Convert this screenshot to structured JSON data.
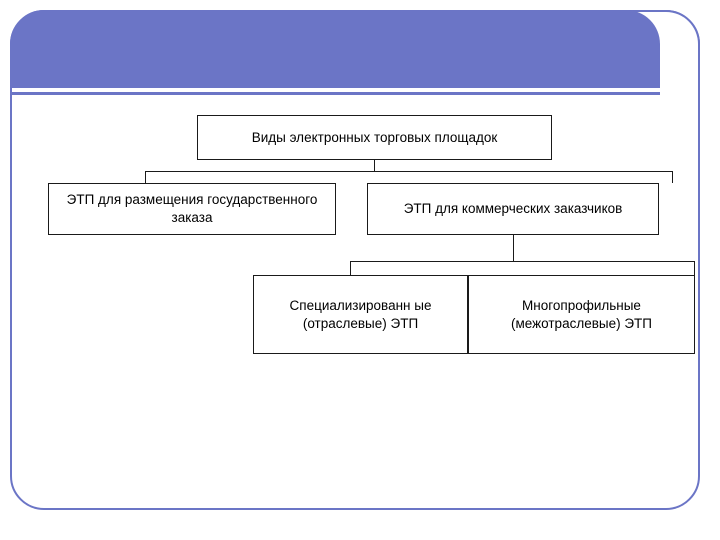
{
  "slide": {
    "background_color": "#ffffff",
    "accent_color": "#6b75c6",
    "border_color": "#1a1a1a"
  },
  "diagram": {
    "type": "hierarchy-tree",
    "nodes": [
      {
        "id": "root",
        "label": "Виды электронных торговых площадок",
        "level": 0
      },
      {
        "id": "gov",
        "label": "ЭТП для размещения государственного заказа",
        "level": 1
      },
      {
        "id": "commercial",
        "label": "ЭТП для коммерческих заказчиков",
        "level": 1
      },
      {
        "id": "special",
        "label": "Специализированн ые (отраслевые) ЭТП",
        "level": 2
      },
      {
        "id": "multi",
        "label": "Многопрофильные (межотраслевые) ЭТП",
        "level": 2
      }
    ],
    "edges": [
      {
        "from": "root",
        "to": "gov"
      },
      {
        "from": "root",
        "to": "commercial"
      },
      {
        "from": "commercial",
        "to": "special"
      },
      {
        "from": "commercial",
        "to": "multi"
      }
    ]
  }
}
